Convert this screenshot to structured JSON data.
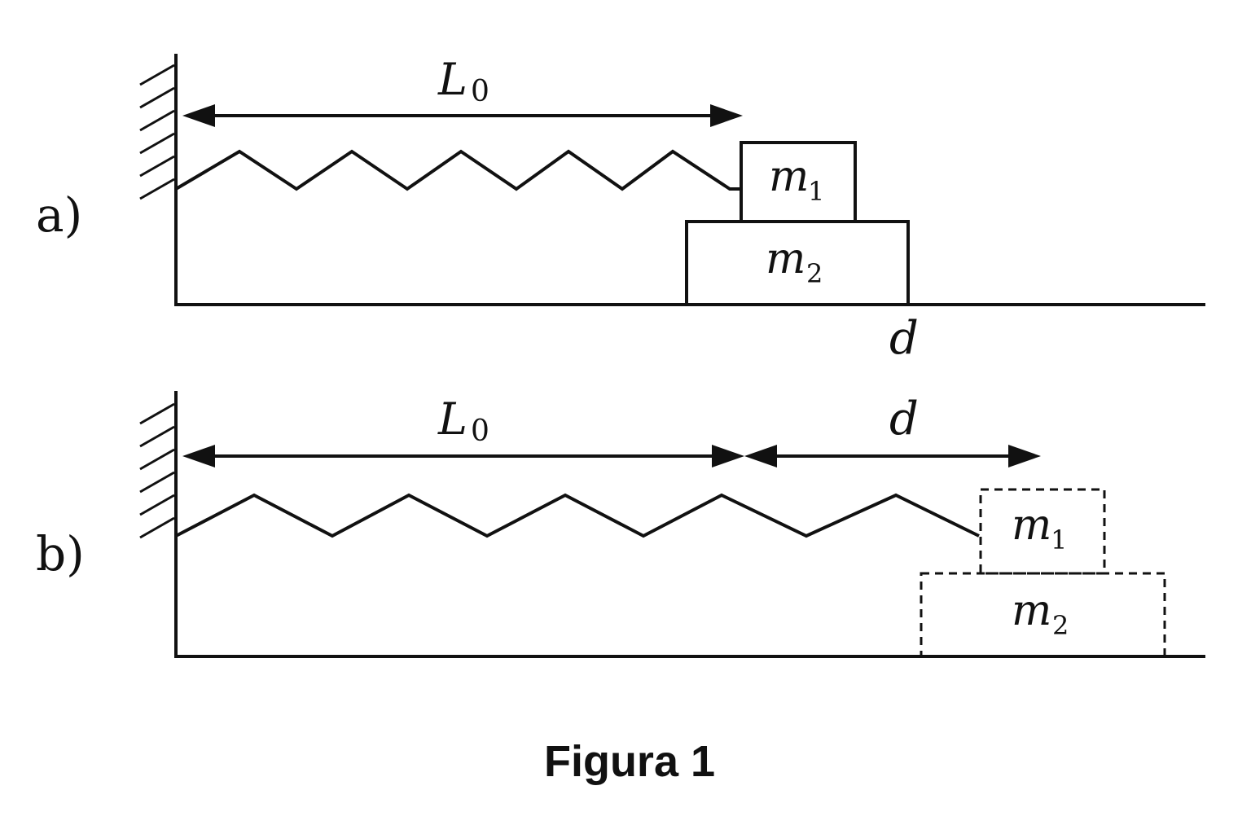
{
  "caption": "Figura 1",
  "panel_a": {
    "label": "a)",
    "length_label": "L",
    "length_subscript": "0",
    "mass_top": "m",
    "mass_top_sub": "1",
    "mass_bottom": "m",
    "mass_bottom_sub": "2",
    "distance_label": "d"
  },
  "panel_b": {
    "label": "b)",
    "length_label": "L",
    "length_subscript": "0",
    "distance_label": "d",
    "mass_top": "m",
    "mass_top_sub": "1",
    "mass_bottom": "m",
    "mass_bottom_sub": "2"
  }
}
